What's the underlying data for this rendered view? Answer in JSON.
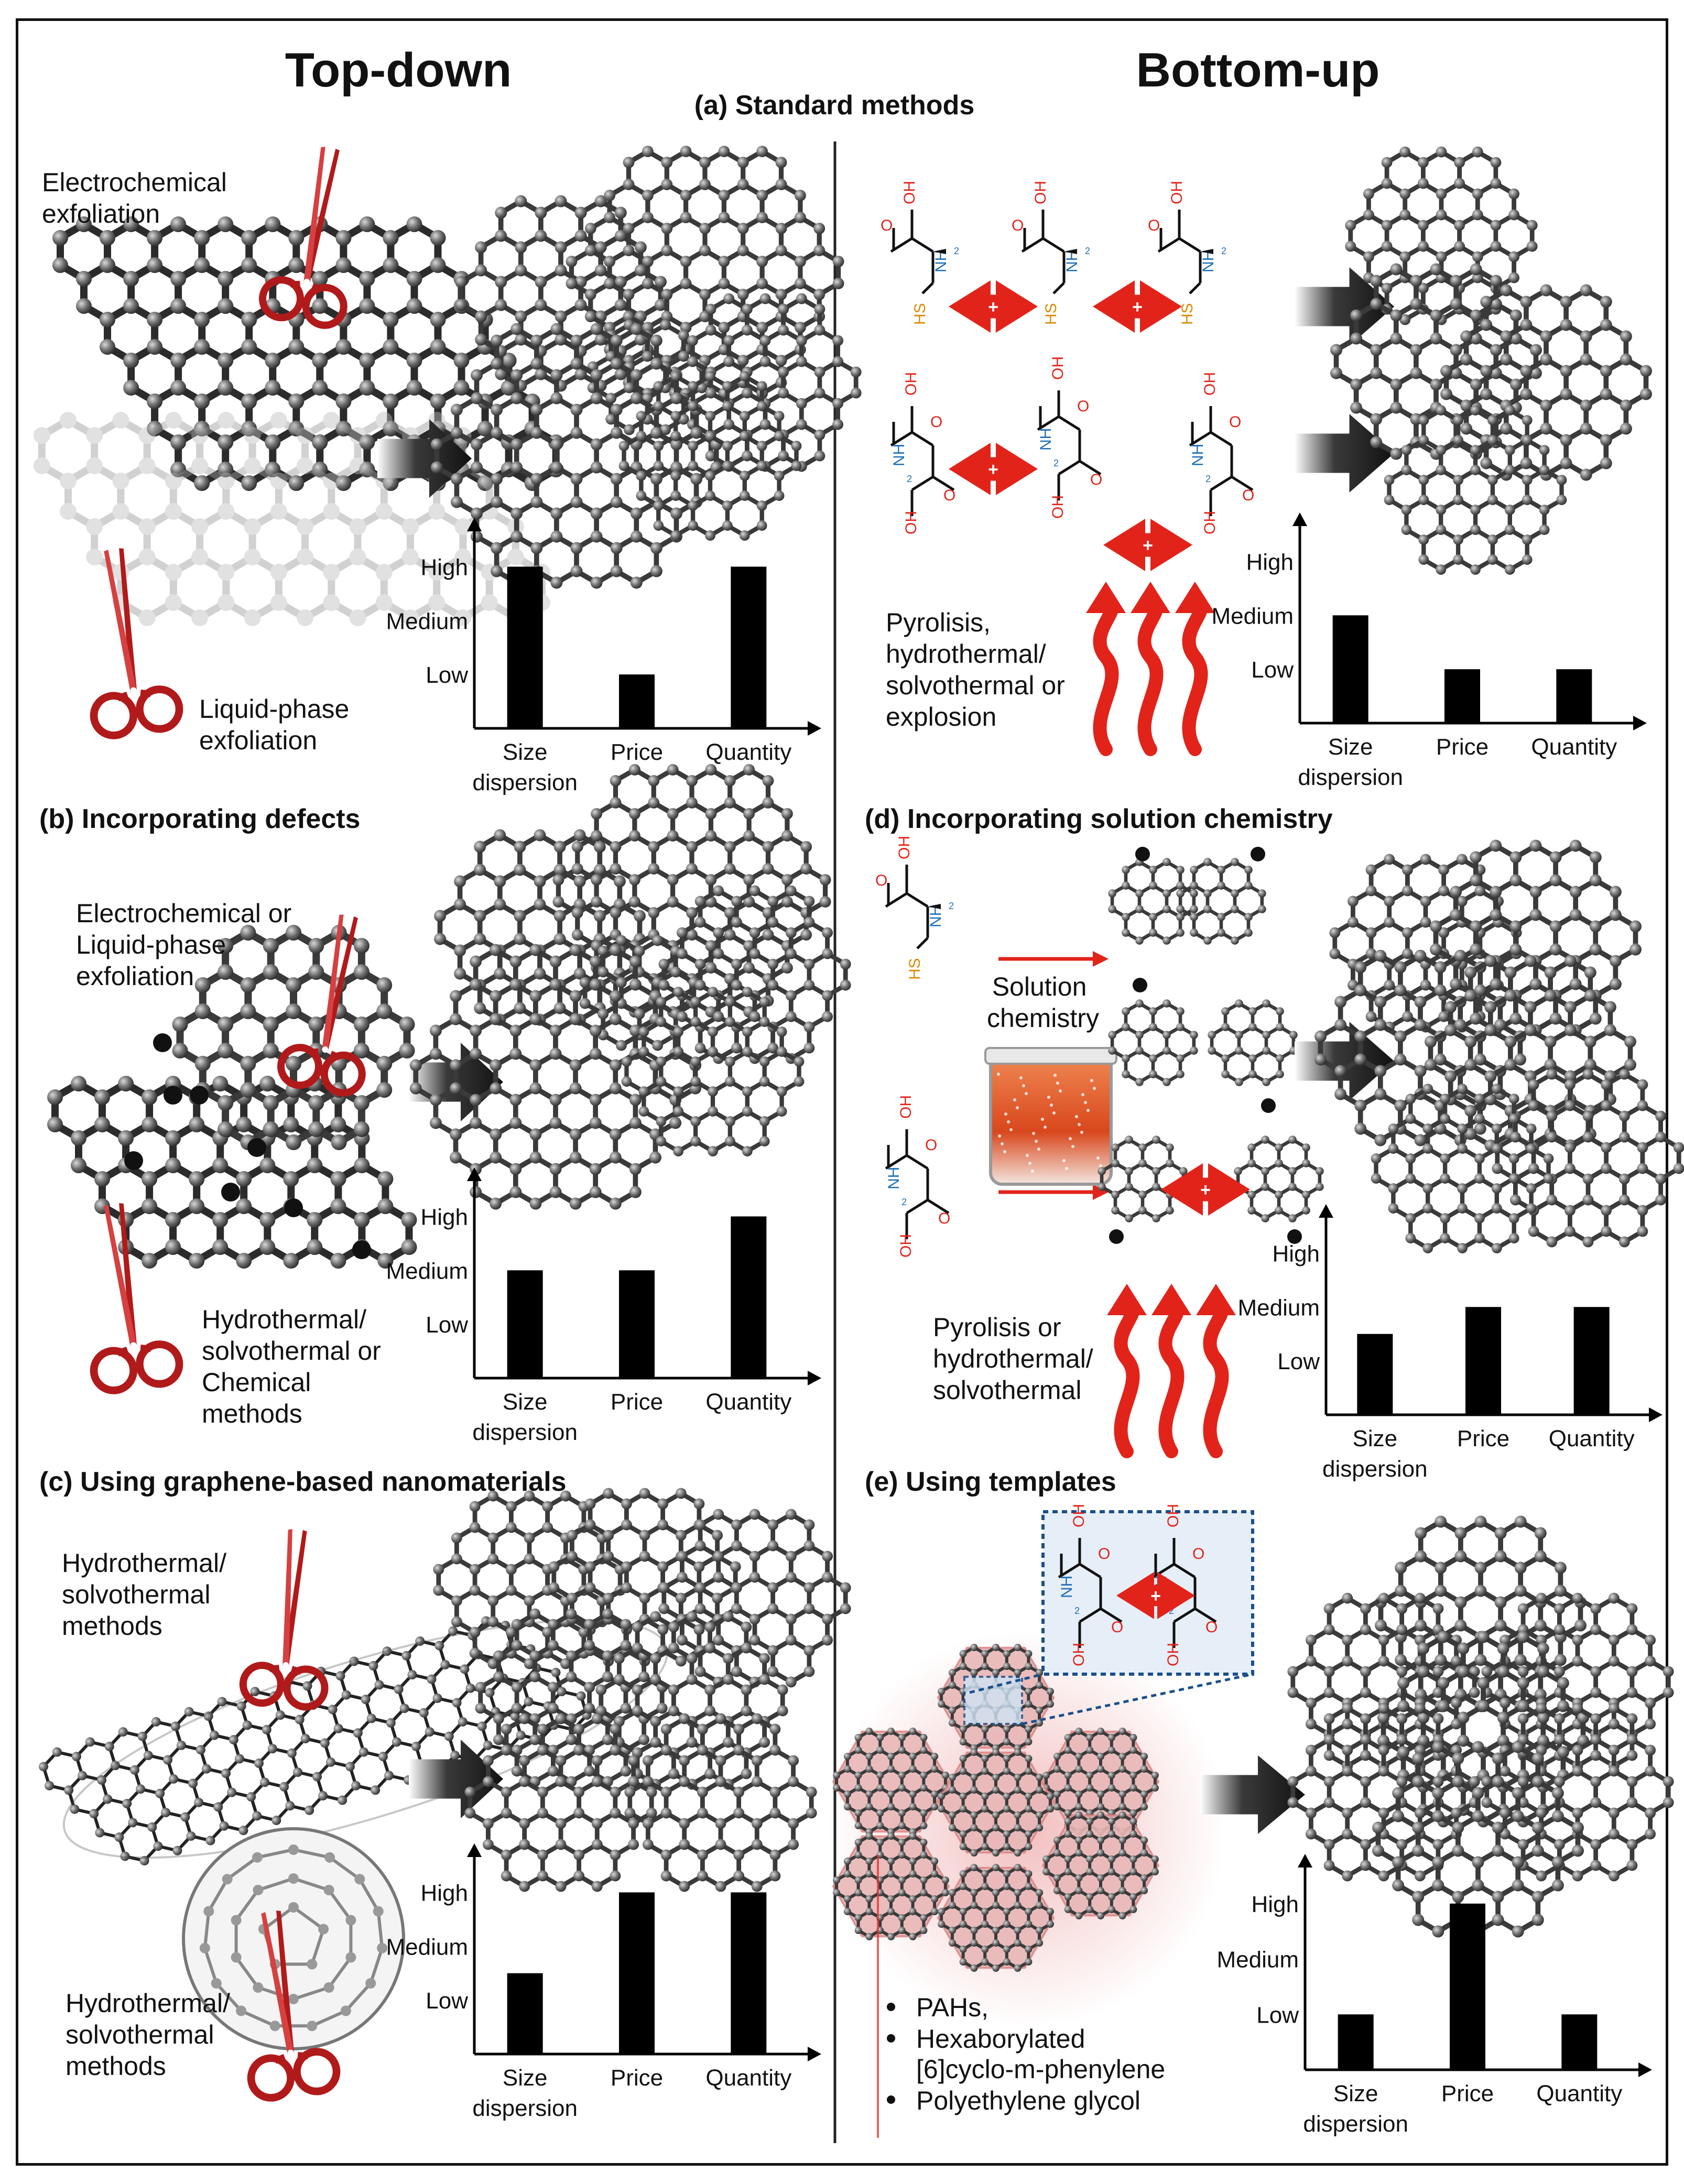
{
  "headers": {
    "left": "Top-down",
    "right": "Bottom-up"
  },
  "sections": {
    "a": {
      "title": "(a) Standard methods"
    },
    "b": {
      "title": "(b) Incorporating defects"
    },
    "c": {
      "title": "(c) Using graphene-based nanomaterials"
    },
    "d": {
      "title": "(d) Incorporating solution chemistry"
    },
    "e": {
      "title": "(e) Using templates"
    }
  },
  "labels": {
    "a_left_top": [
      "Electrochemical",
      "exfoliation"
    ],
    "a_left_bottom": [
      "Liquid-phase",
      "exfoliation"
    ],
    "a_right_heat": [
      "Pyrolisis,",
      "hydrothermal/",
      "solvothermal or",
      "explosion"
    ],
    "b_top": [
      "Electrochemical or",
      "Liquid-phase",
      "exfoliation"
    ],
    "b_bottom": [
      "Hydrothermal/",
      "solvothermal or",
      "Chemical",
      "methods"
    ],
    "c_top": [
      "Hydrothermal/",
      "solvothermal",
      "methods"
    ],
    "c_bottom": [
      "Hydrothermal/",
      "solvothermal",
      "methods"
    ],
    "d_solution": [
      "Solution",
      "chemistry"
    ],
    "d_heat": [
      "Pyrolisis or",
      "hydrothermal/",
      "solvothermal"
    ],
    "e_bullets": [
      "PAHs,",
      "Hexaborylated",
      "[6]cyclo-m-phenylene",
      "Polyethylene glycol"
    ],
    "chem": {
      "oh": "OH",
      "o": "O",
      "nh2": "NH",
      "sub2": "2",
      "hs": "HS",
      "plus": "+"
    }
  },
  "colors": {
    "accent_red": "#e2231a",
    "scissor_red": "#b11a1a",
    "bar": "#000000",
    "template_blue": "#1a4f8a",
    "template_glow": "#e88a8a"
  },
  "chart_data": [
    {
      "id": "a-top-down",
      "type": "bar",
      "categories": [
        "Size dispersion",
        "Price",
        "Quantity"
      ],
      "values": [
        3,
        1,
        3
      ],
      "yticks": [
        "Low",
        "Medium",
        "High"
      ],
      "ylim": [
        0,
        3.5
      ]
    },
    {
      "id": "a-bottom-up",
      "type": "bar",
      "categories": [
        "Size dispersion",
        "Price",
        "Quantity"
      ],
      "values": [
        2,
        1,
        1
      ],
      "yticks": [
        "Low",
        "Medium",
        "High"
      ],
      "ylim": [
        0,
        3.5
      ]
    },
    {
      "id": "b",
      "type": "bar",
      "categories": [
        "Size dispersion",
        "Price",
        "Quantity"
      ],
      "values": [
        2,
        2,
        3
      ],
      "yticks": [
        "Low",
        "Medium",
        "High"
      ],
      "ylim": [
        0,
        3.5
      ]
    },
    {
      "id": "d",
      "type": "bar",
      "categories": [
        "Size dispersion",
        "Price",
        "Quantity"
      ],
      "values": [
        1.5,
        2,
        2
      ],
      "yticks": [
        "Low",
        "Medium",
        "High"
      ],
      "ylim": [
        0,
        3.5
      ]
    },
    {
      "id": "c",
      "type": "bar",
      "categories": [
        "Size dispersion",
        "Price",
        "Quantity"
      ],
      "values": [
        1.5,
        3,
        3
      ],
      "yticks": [
        "Low",
        "Medium",
        "High"
      ],
      "ylim": [
        0,
        3.5
      ]
    },
    {
      "id": "e",
      "type": "bar",
      "categories": [
        "Size dispersion",
        "Price",
        "Quantity"
      ],
      "values": [
        1,
        3,
        1
      ],
      "yticks": [
        "Low",
        "Medium",
        "High"
      ],
      "ylim": [
        0,
        3.5
      ]
    }
  ]
}
